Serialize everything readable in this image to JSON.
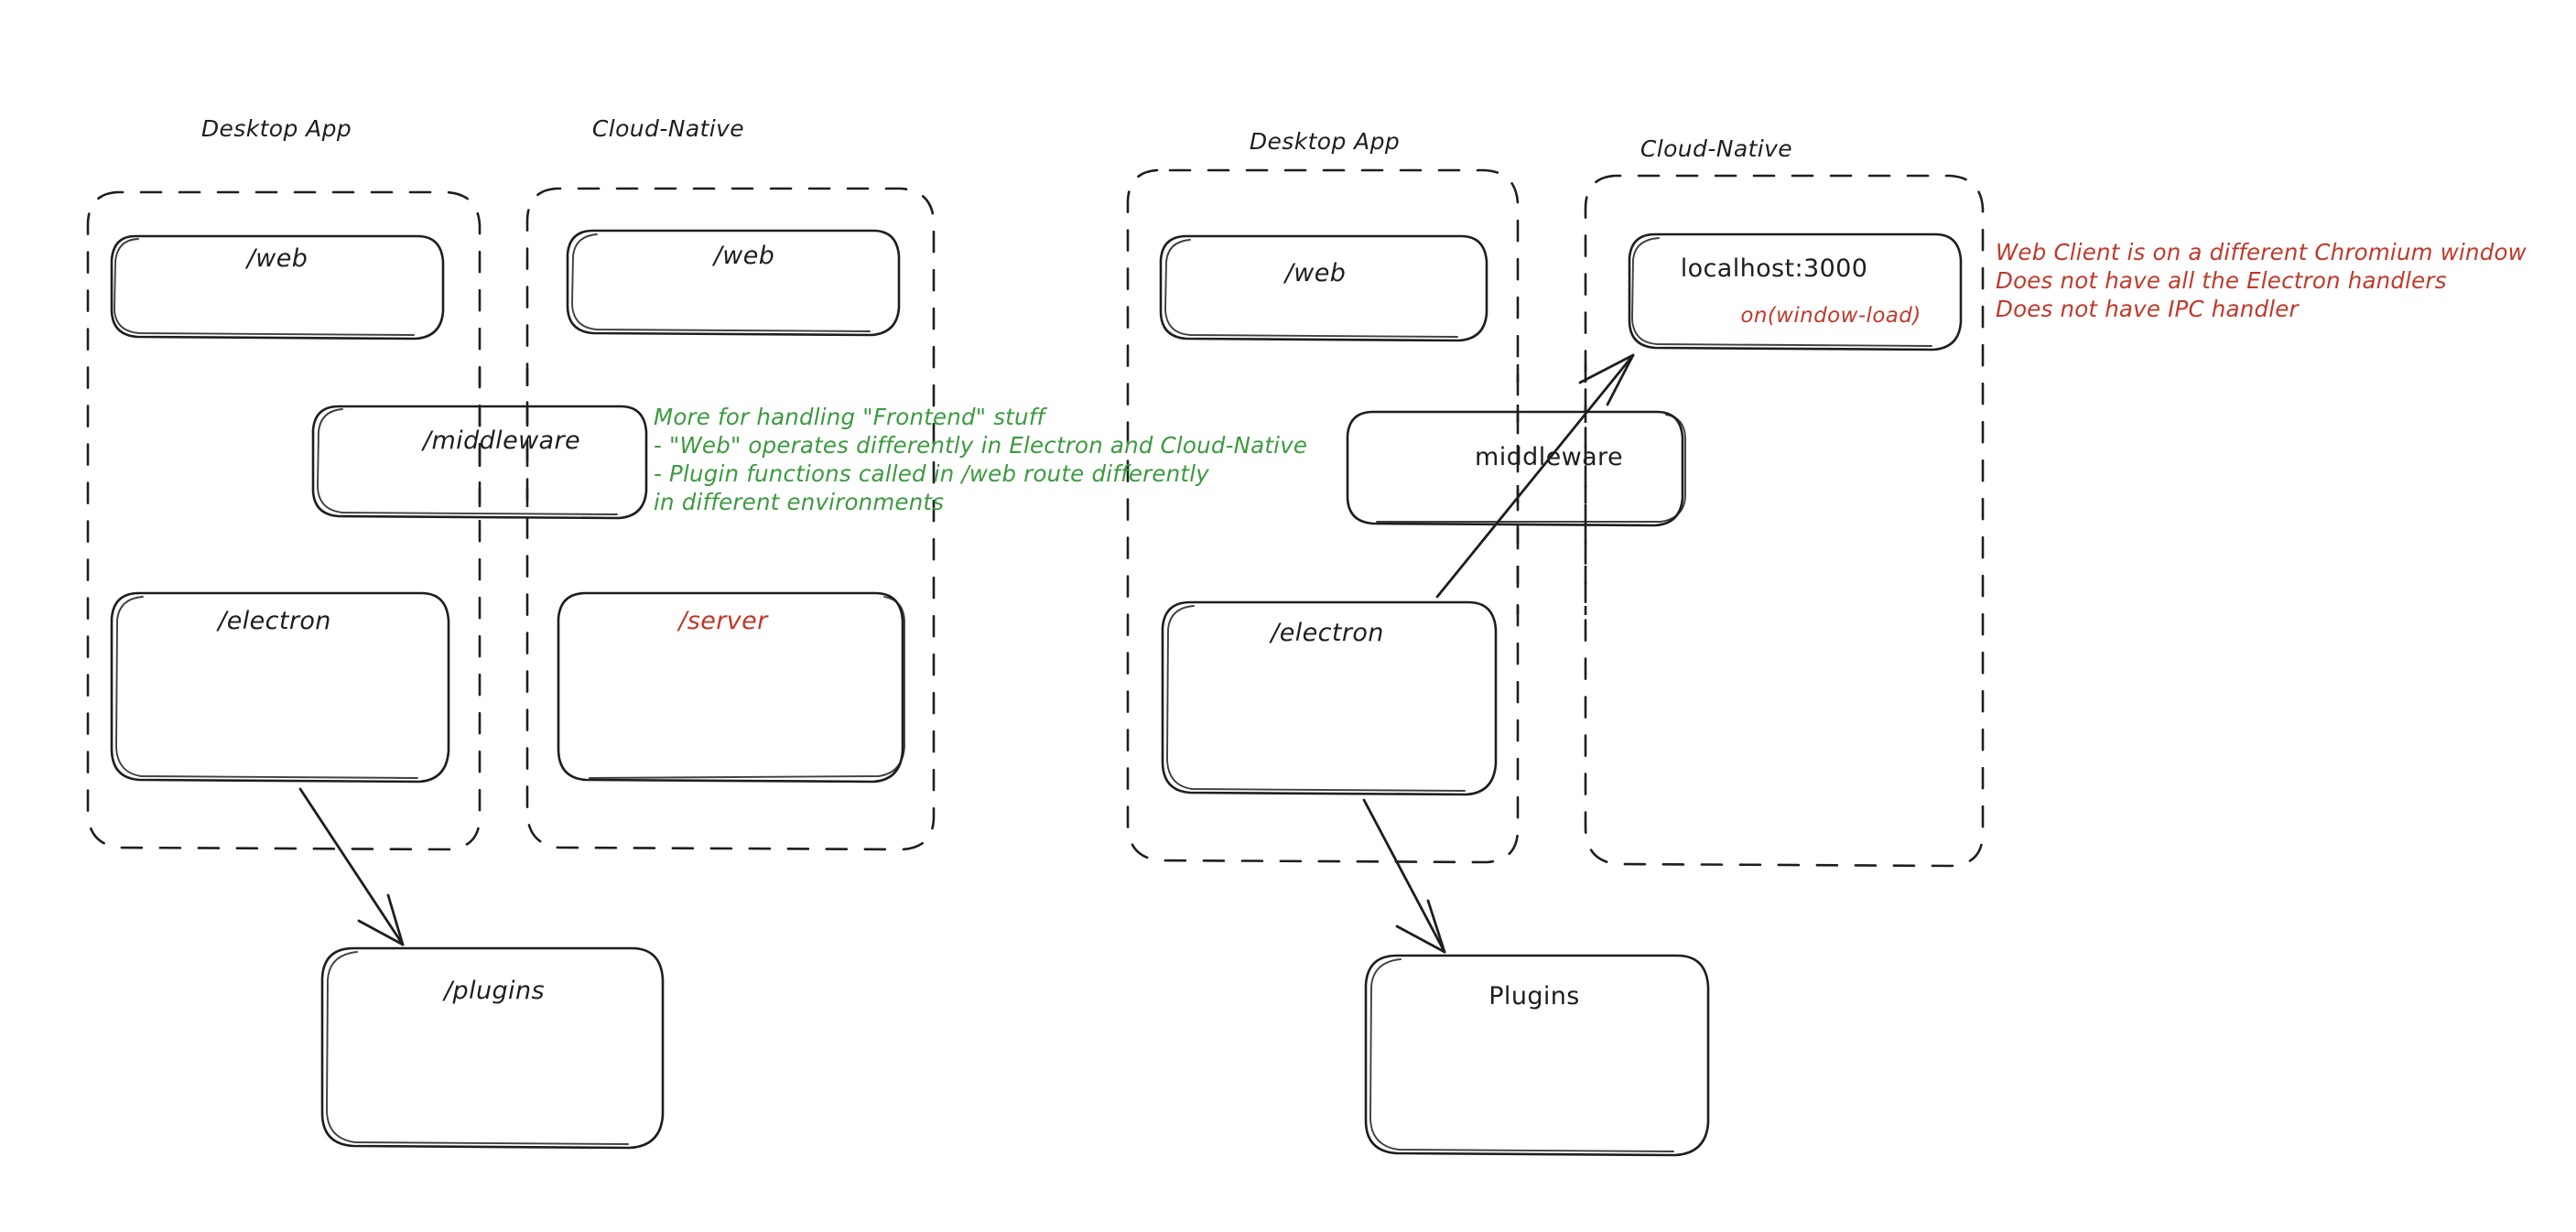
{
  "diagram": {
    "title": "Electron Desktop App vs Cloud-Native architecture comparison",
    "colors": {
      "ink": "#1e1e1e",
      "green": "#3c9a40",
      "red": "#c0392b",
      "background": "#ffffff"
    },
    "left_panel": {
      "groups": [
        {
          "id": "left-desktop-app",
          "label": "Desktop App"
        },
        {
          "id": "left-cloud-native",
          "label": "Cloud-Native"
        }
      ],
      "nodes": [
        {
          "id": "left-desktop-web",
          "label": "/web",
          "color": "#1e1e1e"
        },
        {
          "id": "left-cloud-web",
          "label": "/web",
          "color": "#1e1e1e"
        },
        {
          "id": "left-middleware",
          "label": "/middleware",
          "color": "#1e1e1e"
        },
        {
          "id": "left-electron",
          "label": "/electron",
          "color": "#1e1e1e"
        },
        {
          "id": "left-server",
          "label": "/server",
          "color": "#c0392b"
        },
        {
          "id": "left-plugins",
          "label": "/plugins",
          "color": "#1e1e1e"
        }
      ],
      "annotation_green": "More for handling \"Frontend\" stuff\n- \"Web\" operates differently in Electron and Cloud-Native\n- Plugin functions called in /web route differently\nin different environments",
      "edges": [
        {
          "from": "left-electron",
          "to": "left-plugins"
        }
      ]
    },
    "right_panel": {
      "groups": [
        {
          "id": "right-desktop-app",
          "label": "Desktop App"
        },
        {
          "id": "right-cloud-native",
          "label": "Cloud-Native"
        }
      ],
      "nodes": [
        {
          "id": "right-desktop-web",
          "label": "/web",
          "color": "#1e1e1e"
        },
        {
          "id": "right-localhost",
          "label": "localhost:3000",
          "sub_label": "on(window-load)",
          "color": "#1e1e1e",
          "sub_color": "#c0392b"
        },
        {
          "id": "right-middleware",
          "label": "middleware",
          "color": "#1e1e1e"
        },
        {
          "id": "right-electron",
          "label": "/electron",
          "color": "#1e1e1e"
        },
        {
          "id": "right-plugins",
          "label": "Plugins",
          "color": "#1e1e1e"
        }
      ],
      "annotation_red": "Web Client is on a different Chromium window\nDoes not have all the Electron handlers\nDoes not have IPC handler",
      "edges": [
        {
          "from": "right-electron",
          "to": "right-localhost"
        },
        {
          "from": "right-electron",
          "to": "right-plugins"
        }
      ]
    }
  }
}
